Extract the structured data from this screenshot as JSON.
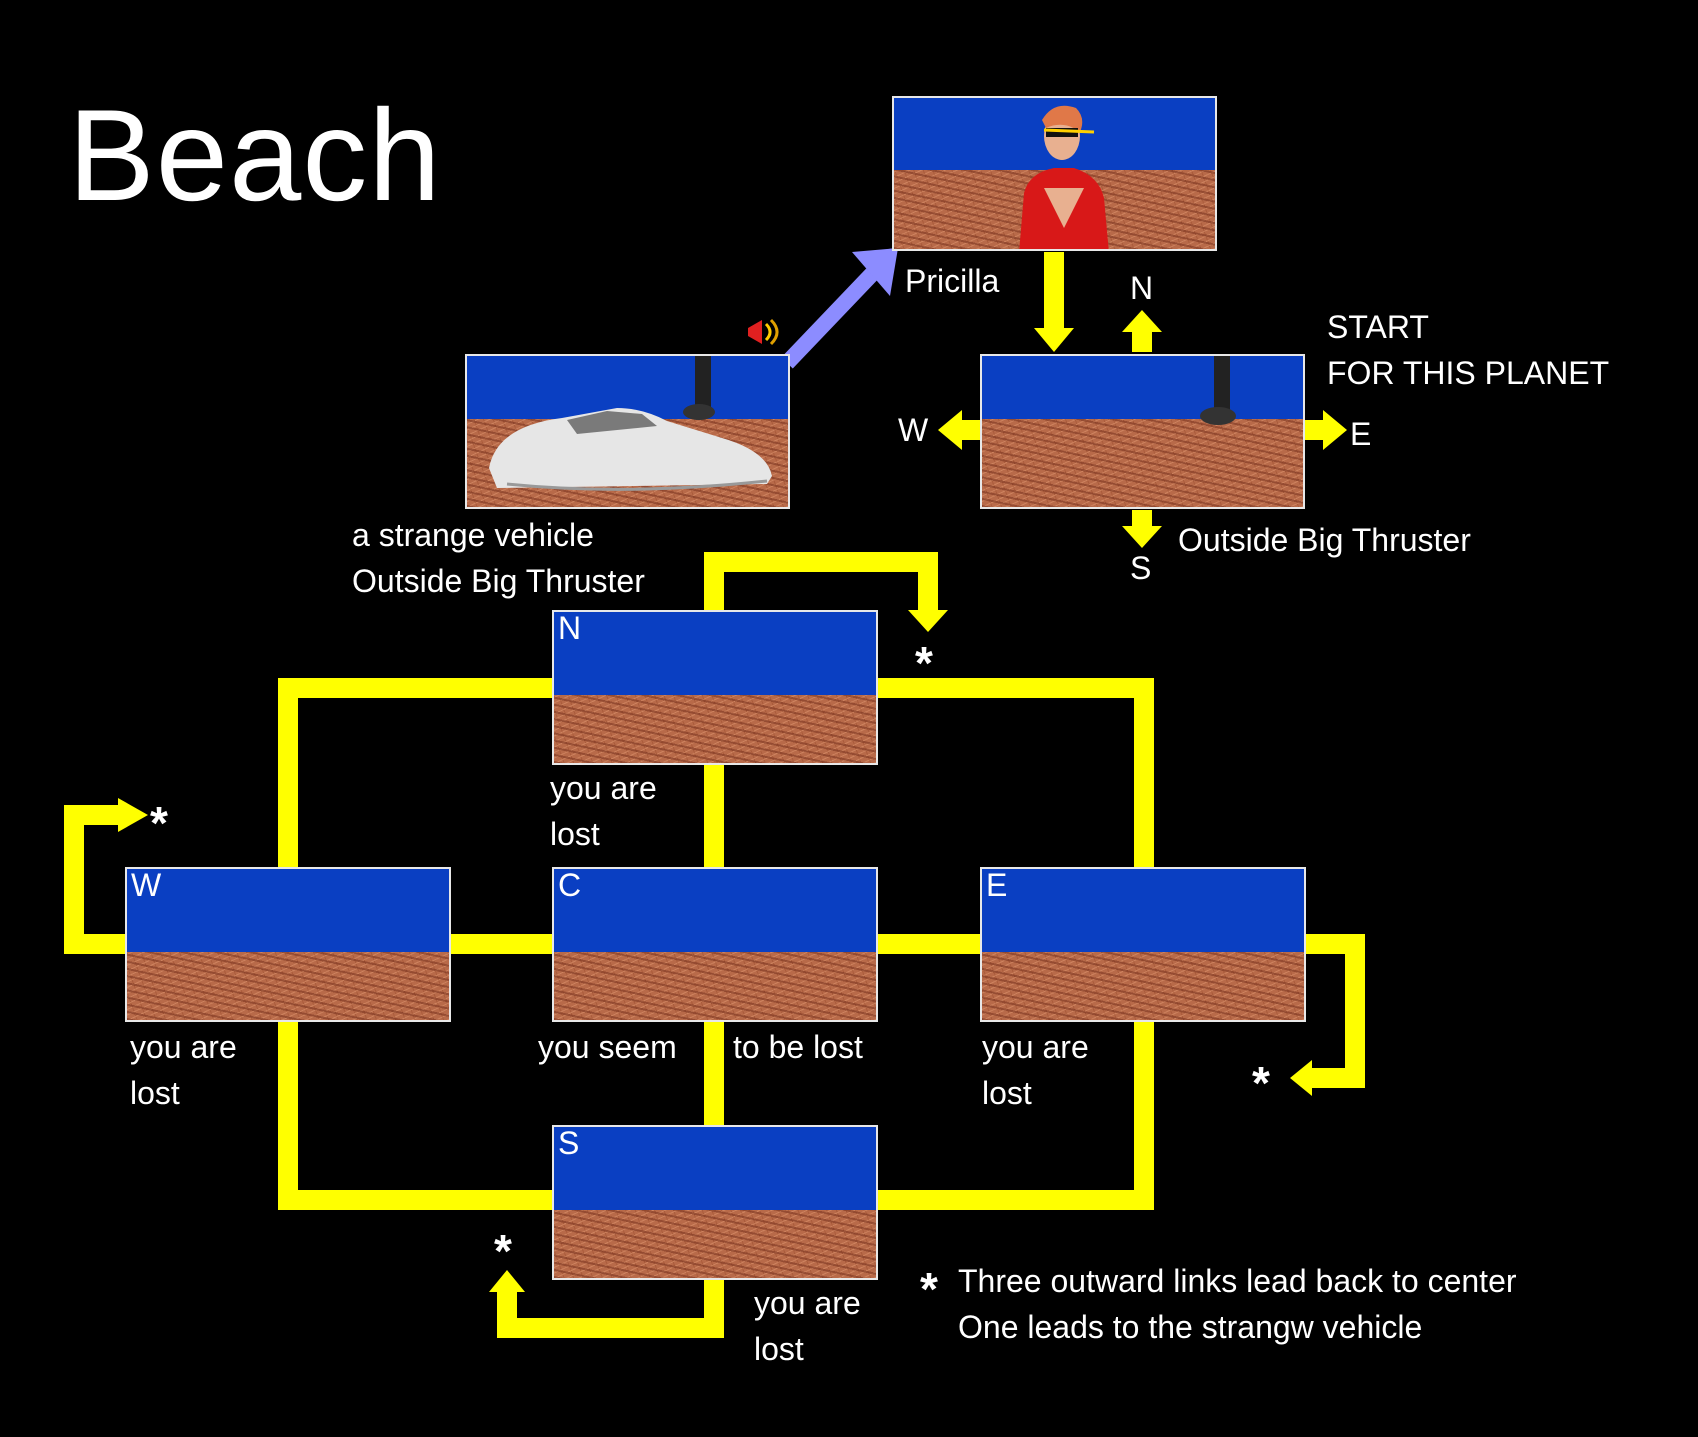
{
  "title": "Beach",
  "scenes": {
    "pricilla": {
      "caption": "Pricilla"
    },
    "vehicle": {
      "caption_line1": "a strange vehicle",
      "caption_line2": "Outside Big Thruster"
    },
    "start": {
      "caption": "Outside Big Thruster",
      "note_line1": "START",
      "note_line2": "FOR THIS PLANET",
      "exits": {
        "n": "N",
        "s": "S",
        "w": "W",
        "e": "E"
      }
    },
    "north": {
      "letter": "N",
      "caption_line1": "you are",
      "caption_line2": "lost"
    },
    "west": {
      "letter": "W",
      "caption_line1": "you are",
      "caption_line2": "lost"
    },
    "center": {
      "letter": "C",
      "caption_left": "you seem",
      "caption_right": "to be lost"
    },
    "east": {
      "letter": "E",
      "caption_line1": "you are",
      "caption_line2": "lost"
    },
    "south": {
      "letter": "S",
      "caption_line1": "you are",
      "caption_line2": "lost"
    }
  },
  "markers": {
    "asterisk": "*"
  },
  "legend": {
    "symbol": "*",
    "line1": "Three outward links lead back to center",
    "line2": "One leads to the strangw vehicle"
  },
  "colors": {
    "path": "#ffff00",
    "link_arrow": "#8c8cff",
    "sky": "#0a3fc2",
    "sand": "#b86a49"
  }
}
